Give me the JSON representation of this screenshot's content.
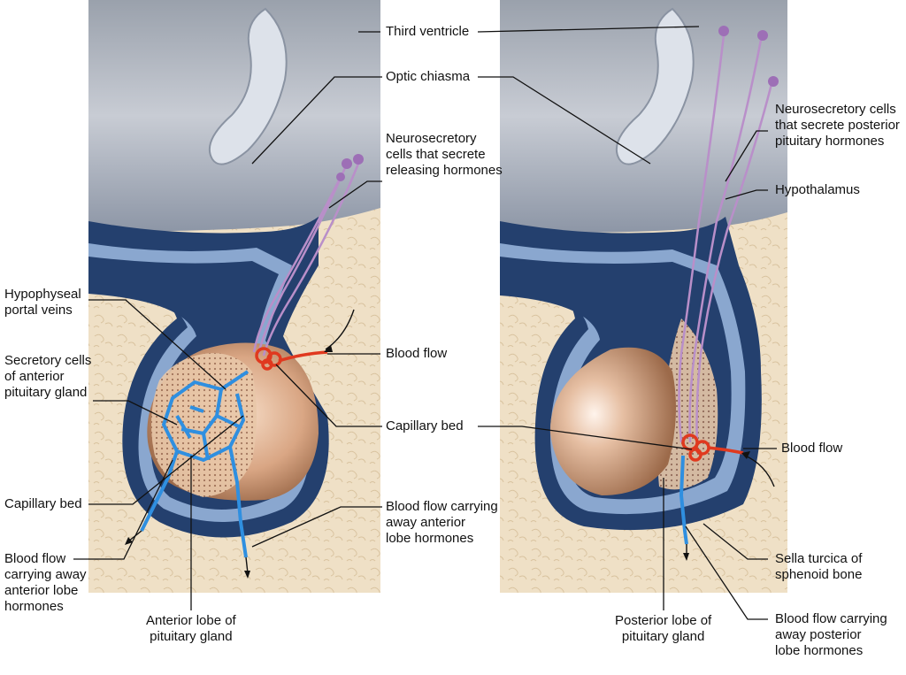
{
  "labels": {
    "third_ventricle": "Third ventricle",
    "optic_chiasma": "Optic chiasma",
    "neurosecretory_releasing": [
      "Neurosecretory",
      "cells that secrete",
      "releasing hormones"
    ],
    "neurosecretory_posterior": [
      "Neurosecretory cells",
      "that secrete posterior",
      "pituitary hormones"
    ],
    "hypothalamus": "Hypothalamus",
    "hypophyseal_portal_veins": [
      "Hypophyseal",
      "portal veins"
    ],
    "secretory_cells": [
      "Secretory cells",
      "of anterior",
      "pituitary gland"
    ],
    "blood_flow_left": "Blood flow",
    "capillary_bed_center": "Capillary bed",
    "blood_flow_right": "Blood flow",
    "capillary_bed_left": "Capillary bed",
    "blood_flow_carrying_anterior_center": [
      "Blood flow carrying",
      "away anterior",
      "lobe hormones"
    ],
    "blood_flow_carrying_anterior_left": [
      "Blood flow",
      "carrying away",
      "anterior lobe",
      "hormones"
    ],
    "sella_turcica": [
      "Sella turcica of",
      "sphenoid bone"
    ],
    "anterior_lobe": [
      "Anterior lobe of",
      "pituitary gland"
    ],
    "posterior_lobe": [
      "Posterior lobe of",
      "pituitary gland"
    ],
    "blood_flow_carrying_posterior": [
      "Blood flow carrying",
      "away posterior",
      "lobe hormones"
    ]
  },
  "colors": {
    "brain_tissue": "#c9ced8",
    "ventricle_fill": "#dde2ea",
    "membrane_dark": "#24406e",
    "membrane_light": "#8aa7cf",
    "bone": "#efe0c6",
    "gland": "#d9a684",
    "portal_vein": "#2f8fe0",
    "artery": "#e0391f",
    "neuron": "#b98fc9"
  }
}
